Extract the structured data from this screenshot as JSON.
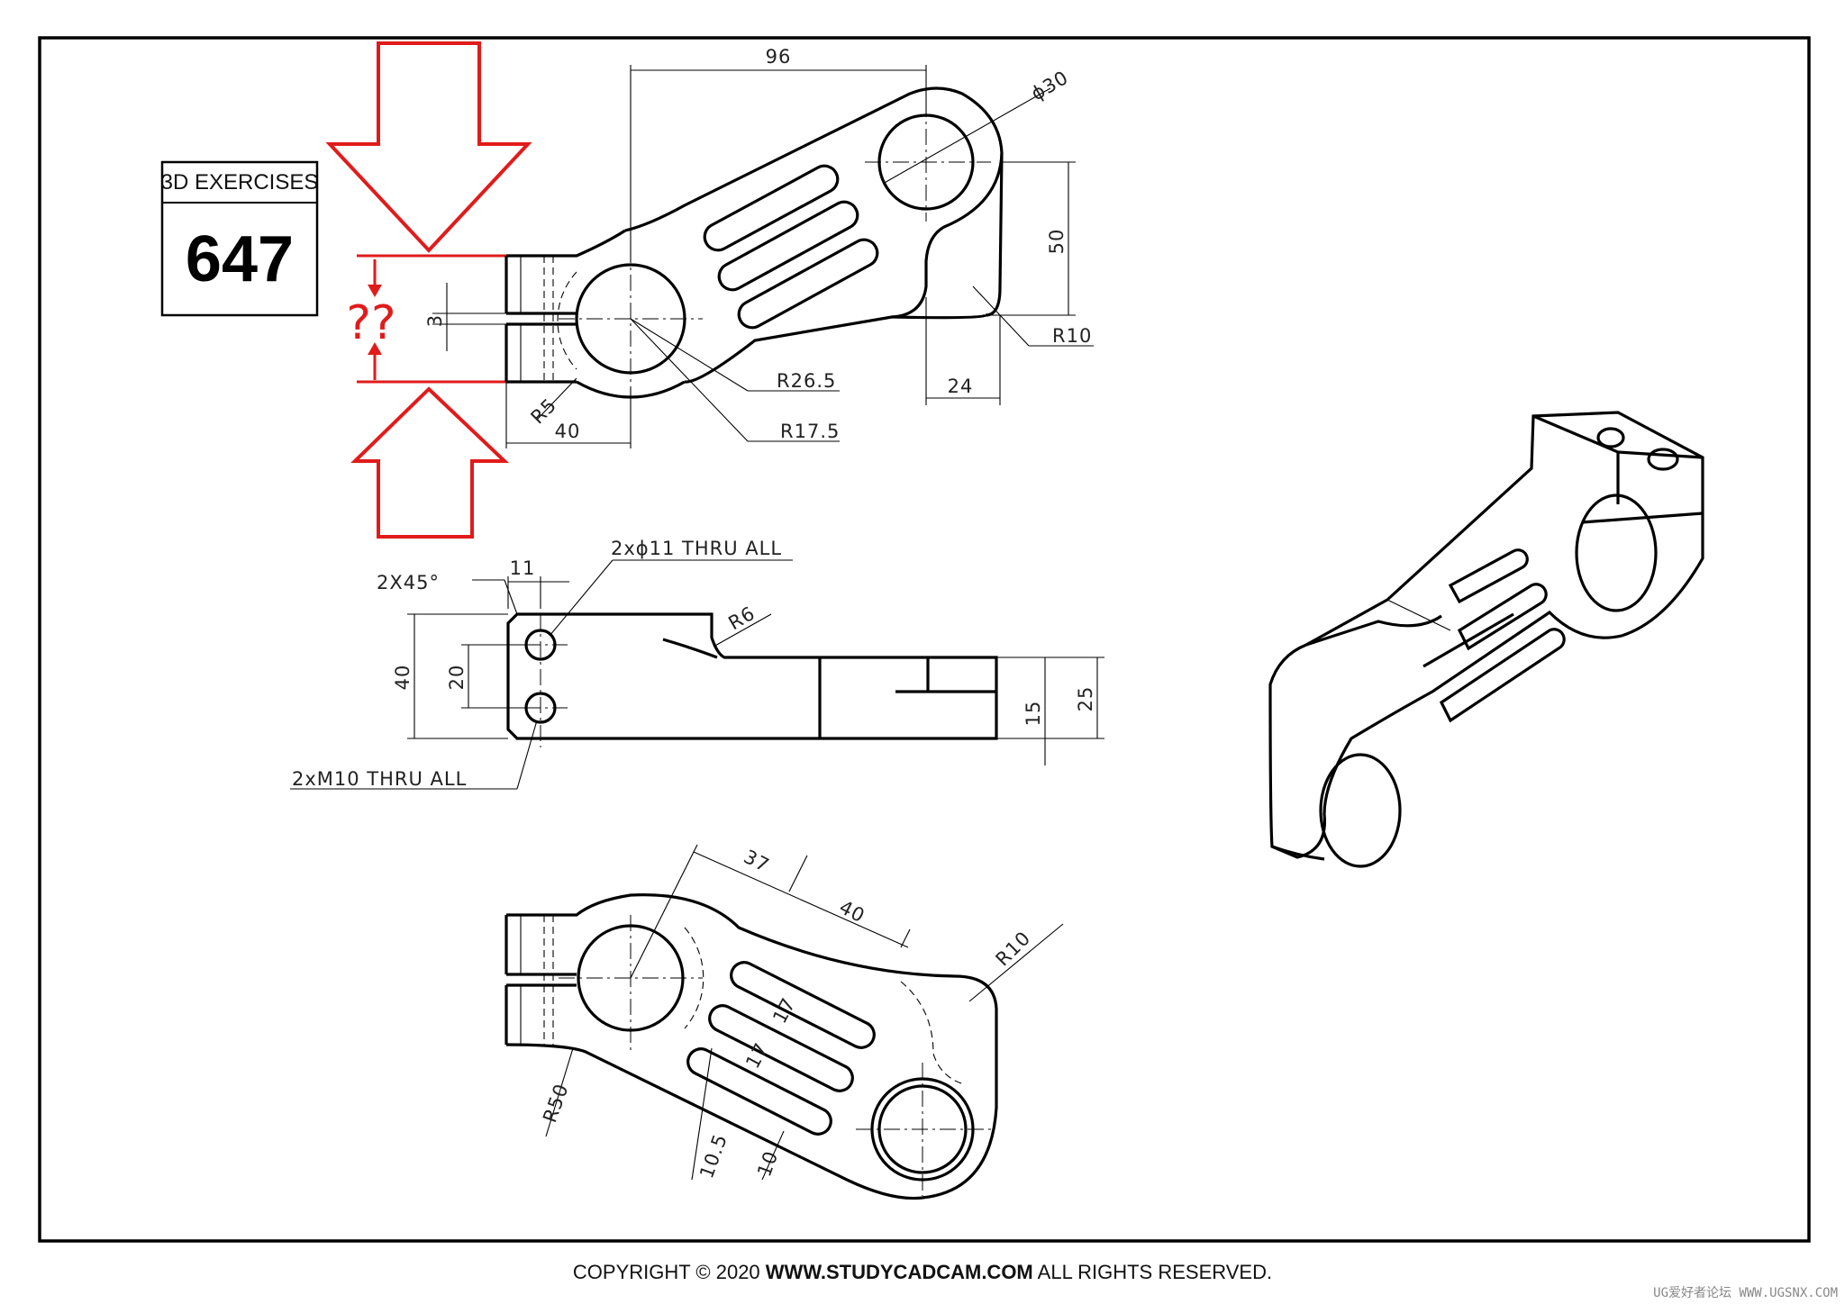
{
  "badge": {
    "title": "3D EXERCISES",
    "number": "647"
  },
  "question_mark": "??",
  "copyright": {
    "prefix": "COPYRIGHT © 2020 ",
    "site": "WWW.STUDYCADCAM.COM",
    "suffix": " ALL RIGHTS RESERVED."
  },
  "watermark": "UG爱好者论坛 WWW.UGSNX.COM",
  "top_view_dims": {
    "width_96": "96",
    "dia_30": "ϕ30",
    "height_50": "50",
    "gap_3": "3",
    "r10": "R10",
    "r26_5": "R26.5",
    "len_24": "24",
    "r5": "R5",
    "r17_5": "R17.5",
    "len_40": "40"
  },
  "front_view_dims": {
    "chamfer": "2X45°",
    "len_11": "11",
    "holes_11": "2xϕ11 THRU ALL",
    "r6": "R6",
    "h40": "40",
    "h20": "20",
    "h15": "15",
    "h25": "25",
    "m10": "2xM10 THRU ALL"
  },
  "bottom_view_dims": {
    "len_37": "37",
    "len_40": "40",
    "r10": "R10",
    "r50": "R50",
    "slot_17a": "17",
    "slot_17b": "17",
    "w10_5": "10.5",
    "w10": "10"
  },
  "colors": {
    "line": "#000000",
    "accent": "#e11b1b",
    "background": "#ffffff"
  }
}
